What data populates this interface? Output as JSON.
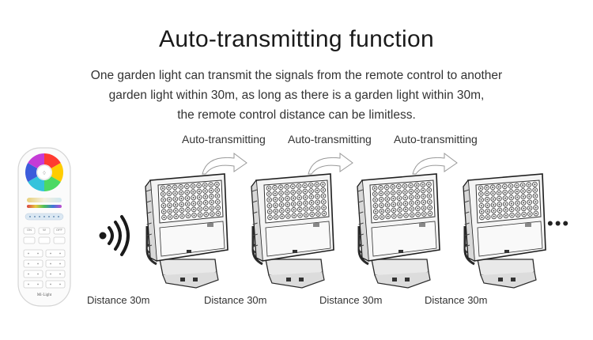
{
  "title": "Auto-transmitting function",
  "description": [
    "One garden light can transmit the signals from the remote control to another",
    "garden light within 30m, as long as there is a garden light within 30m,",
    "the remote control distance can be limitless."
  ],
  "auto_labels": [
    "Auto-transmitting",
    "Auto-transmitting",
    "Auto-transmitting"
  ],
  "distance_labels": [
    "Distance 30m",
    "Distance 30m",
    "Distance 30m",
    "Distance 30m"
  ],
  "remote": {
    "buttons": [
      "ON",
      "W",
      "OFF"
    ],
    "brand": "Mi·Light"
  },
  "ellipsis": "•••"
}
